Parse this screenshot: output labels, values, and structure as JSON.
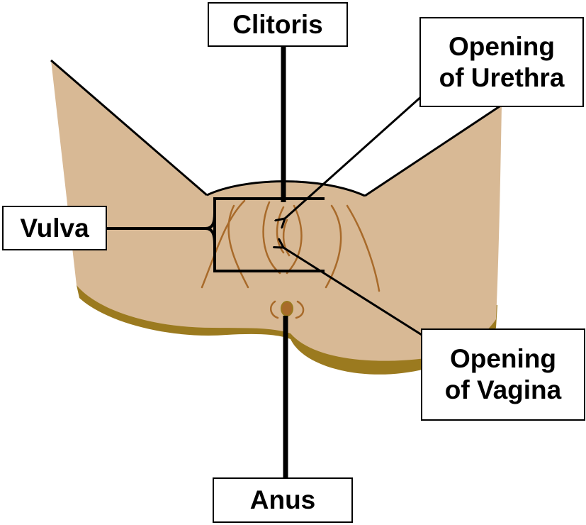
{
  "colors": {
    "skin": "#d8b995",
    "shadow": "#9b7a1f",
    "crease": "#a86a2a",
    "outline": "#000000",
    "label_background": "#ffffff"
  },
  "labels": {
    "clitoris": "Clitoris",
    "urethra": "Opening\nof Urethra",
    "vulva": "Vulva",
    "vagina": "Opening\nof Vagina",
    "anus": "Anus"
  }
}
